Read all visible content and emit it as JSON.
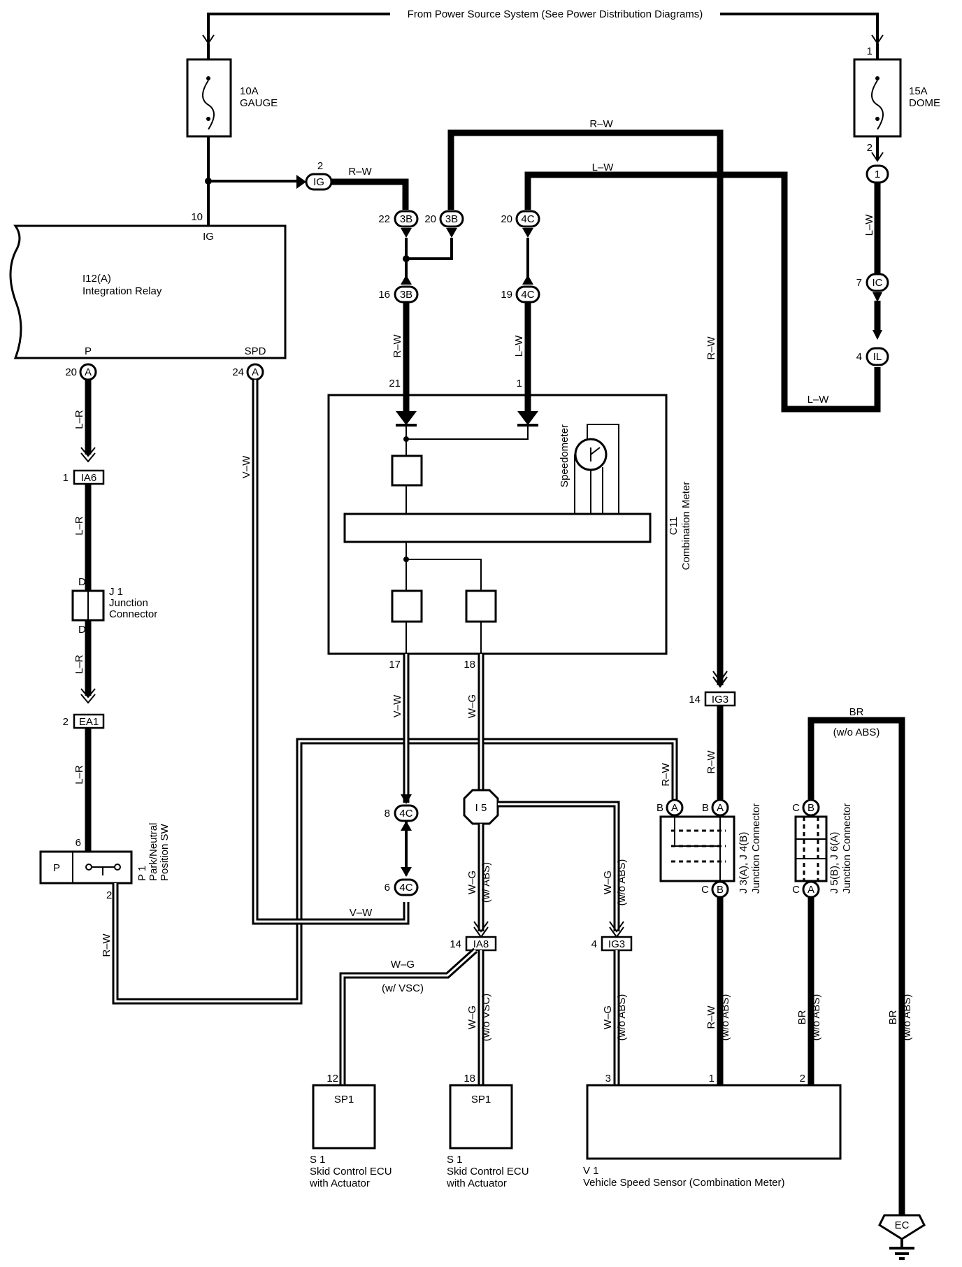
{
  "power_source": "From Power Source System  (See Power Distribution Diagrams)",
  "fuses": {
    "gauge": {
      "rating": "10A",
      "name": "GAUGE"
    },
    "dome": {
      "rating": "15A",
      "name": "DOME",
      "pin_top": "1",
      "pin_bottom": "2"
    }
  },
  "integration_relay": {
    "code": "I12(A)",
    "name": "Integration Relay",
    "ig_pin": "10",
    "ig_label": "IG",
    "p_pin": "20",
    "p_label": "P",
    "spd_pin": "24",
    "spd_label": "SPD",
    "conn_letter": "A"
  },
  "connectors": {
    "ig": {
      "label": "IG",
      "pin": "2"
    },
    "c3b_a": {
      "label": "3B",
      "pin": "22"
    },
    "c3b_b": {
      "label": "3B",
      "pin": "20"
    },
    "c3b_c": {
      "label": "3B",
      "pin": "16"
    },
    "c4c_a": {
      "label": "4C",
      "pin": "20"
    },
    "c4c_b": {
      "label": "4C",
      "pin": "19"
    },
    "c4c_c": {
      "label": "4C",
      "pin": "8"
    },
    "c4c_d": {
      "label": "4C",
      "pin": "6"
    },
    "c1": {
      "label": "1"
    },
    "ic": {
      "label": "IC",
      "pin": "7"
    },
    "il": {
      "label": "IL",
      "pin": "4"
    },
    "ia6_top": {
      "label": "IA6",
      "pin": "1"
    },
    "ea1": {
      "label": "EA1",
      "pin": "2"
    },
    "ig3_top": {
      "label": "IG3",
      "pin": "14"
    },
    "ia8": {
      "label": "IA8",
      "pin": "14"
    },
    "ig3_bot": {
      "label": "IG3",
      "pin": "4"
    },
    "i5": {
      "label": "I 5"
    }
  },
  "wire_colors": {
    "rw": "R–W",
    "lw": "L–W",
    "lr": "L–R",
    "vw": "V–W",
    "wg": "W–G",
    "br": "BR"
  },
  "qualifiers": {
    "w_abs": "(w/ ABS)",
    "wo_abs": "(w/o ABS)",
    "w_vsc": "(w/ VSC)",
    "wo_vsc": "(w/o VSC)"
  },
  "combination_meter": {
    "code": "C11",
    "name": "Combination Meter",
    "speedometer": "Speedometer",
    "pin_21": "21",
    "pin_1": "1",
    "pin_17": "17",
    "pin_18": "18"
  },
  "junction_j1": {
    "code": "J 1",
    "name1": "Junction",
    "name2": "Connector",
    "pin_d": "D"
  },
  "p1_switch": {
    "code": "P 1",
    "name1": "Park/Neutral",
    "name2": "Position SW",
    "pin_top": "6",
    "pin_bottom": "2",
    "p_letter": "P"
  },
  "junction_j3": {
    "code": "J 3(A), J 4(B)",
    "name": "Junction Connector",
    "pin_b": "B",
    "pin_a": "A",
    "pin_c": "C"
  },
  "junction_j5": {
    "code": "J 5(B), J 6(A)",
    "name": "Junction Connector",
    "pin_c": "C",
    "pin_b": "B",
    "pin_a": "A"
  },
  "skid_ecu_1": {
    "conn": "SP1",
    "pin": "12",
    "code": "S 1",
    "name1": "Skid Control ECU",
    "name2": "with Actuator"
  },
  "skid_ecu_2": {
    "conn": "SP1",
    "pin": "18",
    "code": "S 1",
    "name1": "Skid Control ECU",
    "name2": "with Actuator"
  },
  "vss": {
    "code": "V 1",
    "name": "Vehicle Speed Sensor (Combination Meter)",
    "pin_3": "3",
    "pin_1": "1",
    "pin_2": "2"
  },
  "ground": {
    "label": "EC"
  }
}
